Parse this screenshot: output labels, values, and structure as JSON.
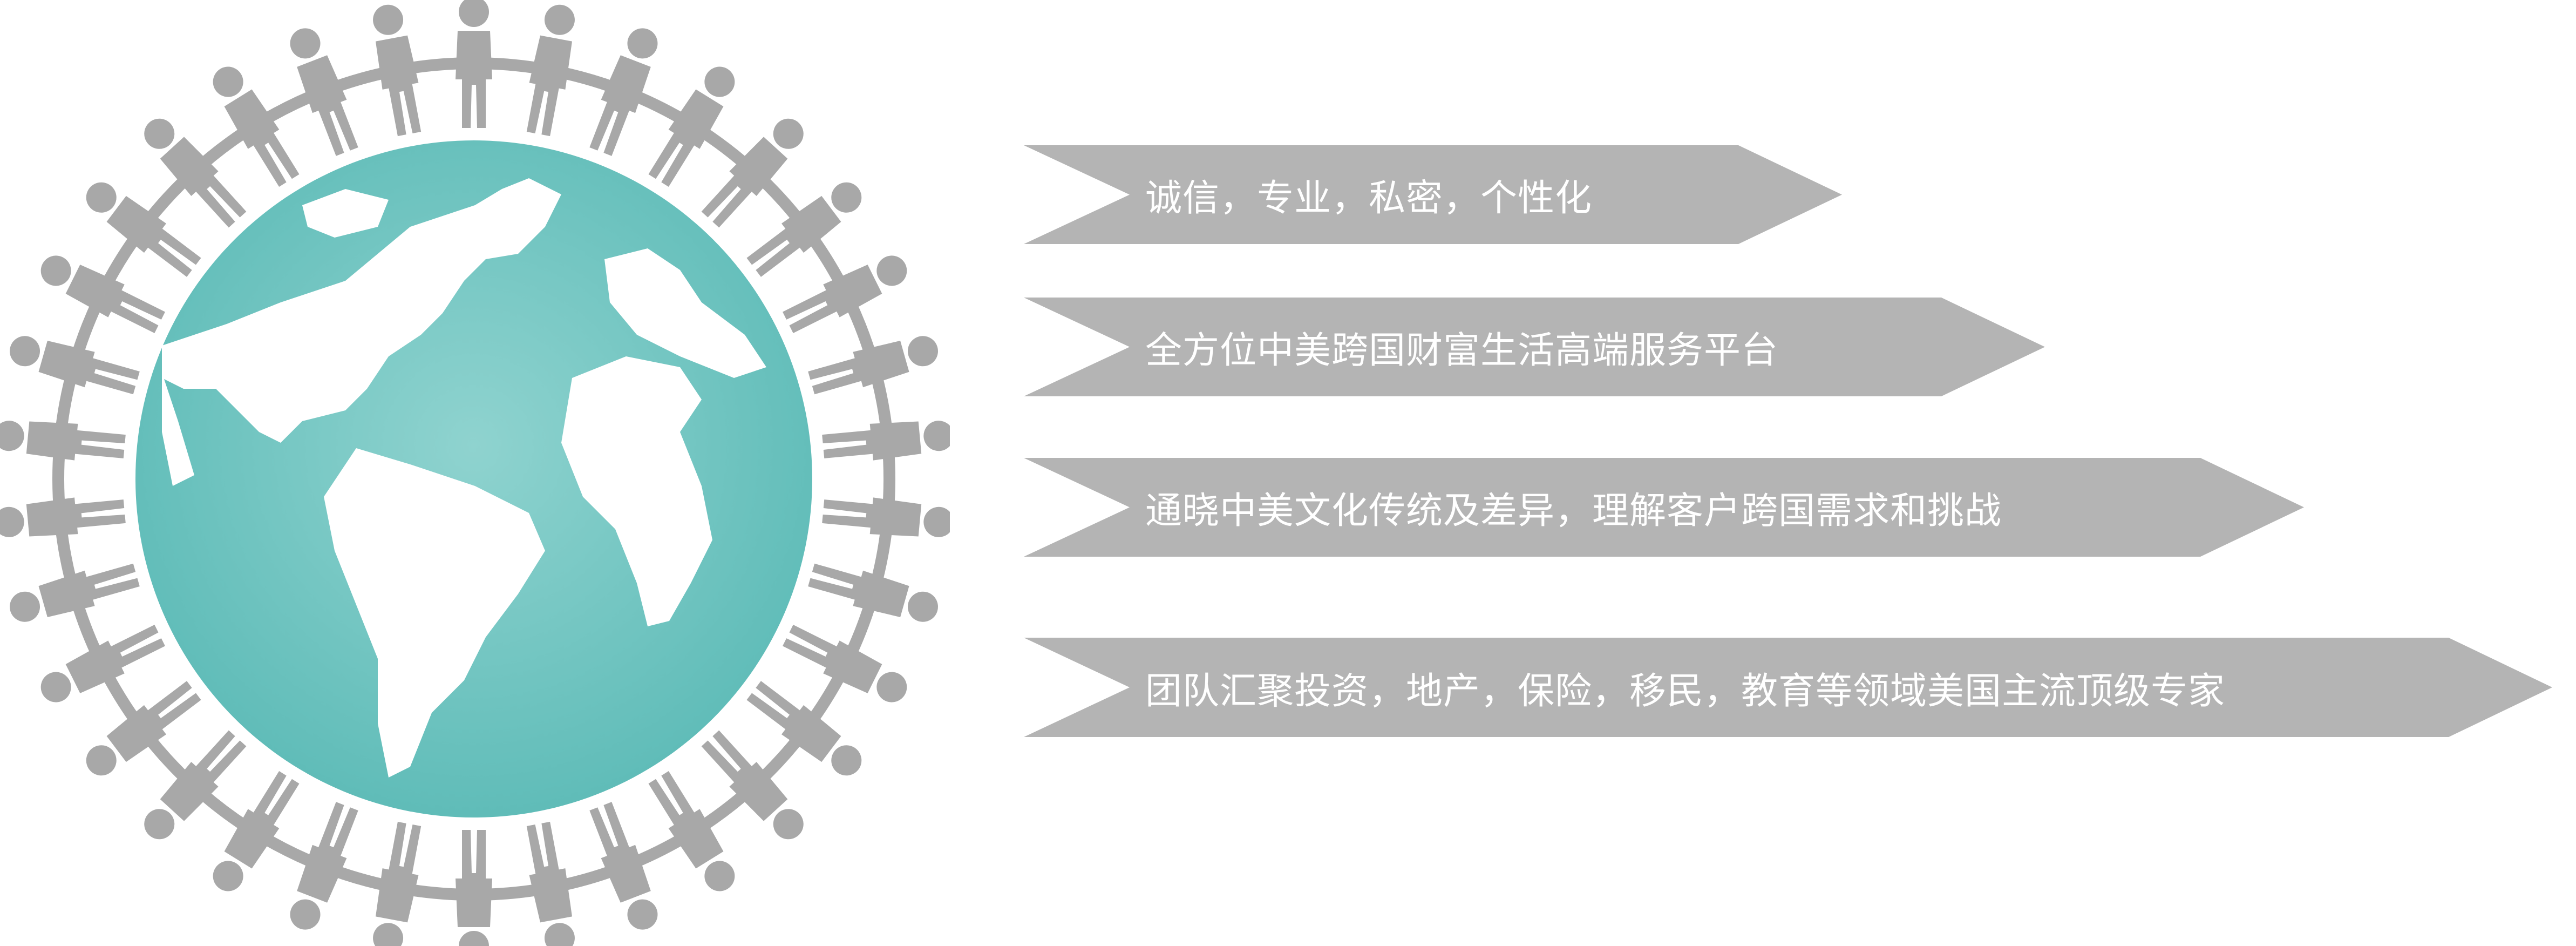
{
  "graphic": {
    "globe_color": "#6cc4c0",
    "people_color": "#a8a8a8",
    "icon": "globe-with-people-ring-icon"
  },
  "arrows": [
    {
      "text": "诚信，专业，私密，个性化"
    },
    {
      "text": "全方位中美跨国财富生活高端服务平台"
    },
    {
      "text": "通晓中美文化传统及差异，理解客户跨国需求和挑战"
    },
    {
      "text": "团队汇聚投资，地产，保险，移民，教育等领域美国主流顶级专家"
    }
  ],
  "arrow_color": "#b4b4b4"
}
